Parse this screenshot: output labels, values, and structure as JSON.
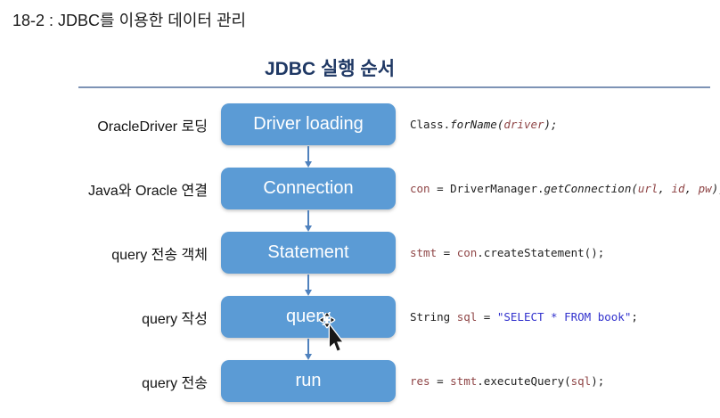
{
  "page": {
    "title": "18-2 : JDBC를 이용한 데이터 관리",
    "background": "#ffffff"
  },
  "section": {
    "heading": "JDBC 실행 순서"
  },
  "colors": {
    "box_blue": "#5b9bd5",
    "arrow_blue": "#4f81bd",
    "heading_navy": "#1f3864",
    "divider_blue_gray": "#7d93b5",
    "code_plain": "#1f1f1f",
    "code_variable_maroon": "#8f4546",
    "code_string_blue": "#3232cd",
    "box_text": "#ffffff"
  },
  "flow": {
    "steps": [
      {
        "label": "OracleDriver 로딩",
        "box": "Driver loading",
        "code": [
          {
            "t": "Class.",
            "c": "k"
          },
          {
            "t": "forName(",
            "c": "i"
          },
          {
            "t": "driver",
            "c": "vi"
          },
          {
            "t": ");",
            "c": "i"
          }
        ]
      },
      {
        "label": "Java와 Oracle 연결",
        "box": "Connection",
        "code": [
          {
            "t": "con",
            "c": "v"
          },
          {
            "t": " = DriverManager.",
            "c": "k"
          },
          {
            "t": "getConnection(",
            "c": "i"
          },
          {
            "t": "url",
            "c": "vi"
          },
          {
            "t": ", ",
            "c": "i"
          },
          {
            "t": "id",
            "c": "vi"
          },
          {
            "t": ", ",
            "c": "i"
          },
          {
            "t": "pw",
            "c": "vi"
          },
          {
            "t": ");",
            "c": "i"
          }
        ]
      },
      {
        "label": "query 전송 객체",
        "box": "Statement",
        "code": [
          {
            "t": "stmt",
            "c": "v"
          },
          {
            "t": " = ",
            "c": "k"
          },
          {
            "t": "con",
            "c": "v"
          },
          {
            "t": ".createStatement();",
            "c": "k"
          }
        ]
      },
      {
        "label": "query 작성",
        "box": "query",
        "code": [
          {
            "t": "String ",
            "c": "k"
          },
          {
            "t": "sql",
            "c": "v"
          },
          {
            "t": " = ",
            "c": "k"
          },
          {
            "t": "\"SELECT * FROM book\"",
            "c": "s"
          },
          {
            "t": ";",
            "c": "k"
          }
        ]
      },
      {
        "label": "query 전송",
        "box": "run",
        "code": [
          {
            "t": "res",
            "c": "v"
          },
          {
            "t": " = ",
            "c": "k"
          },
          {
            "t": "stmt",
            "c": "v"
          },
          {
            "t": ".executeQuery(",
            "c": "k"
          },
          {
            "t": "sql",
            "c": "v"
          },
          {
            "t": ");",
            "c": "k"
          }
        ]
      }
    ]
  },
  "cursor": {
    "icon": "move-arrow-cursor"
  }
}
